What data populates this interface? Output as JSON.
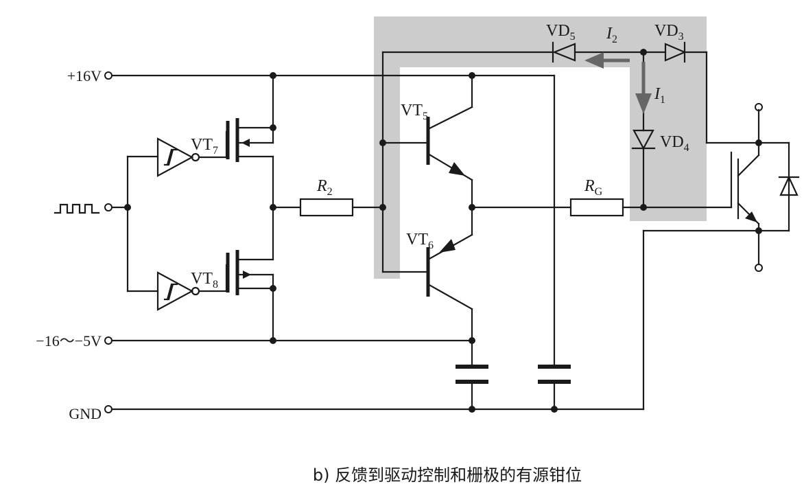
{
  "labels": {
    "vplus": "+16V",
    "vminus": "−16～−5V",
    "gnd": "GND",
    "vt7": "VT",
    "vt7_sub": "7",
    "vt8": "VT",
    "vt8_sub": "8",
    "vt5": "VT",
    "vt5_sub": "5",
    "vt6": "VT",
    "vt6_sub": "6",
    "r2": "R",
    "r2_sub": "2",
    "rg": "R",
    "rg_sub": "G",
    "vd5": "VD",
    "vd5_sub": "5",
    "vd3": "VD",
    "vd3_sub": "3",
    "vd4": "VD",
    "vd4_sub": "4",
    "i1": "I",
    "i1_sub": "1",
    "i2": "I",
    "i2_sub": "2"
  },
  "caption": "b) 反馈到驱动控制和栅极的有源钳位",
  "colors": {
    "highlight": "#cccccc",
    "wire": "#1a1a1a",
    "current_arrow": "#666666"
  }
}
